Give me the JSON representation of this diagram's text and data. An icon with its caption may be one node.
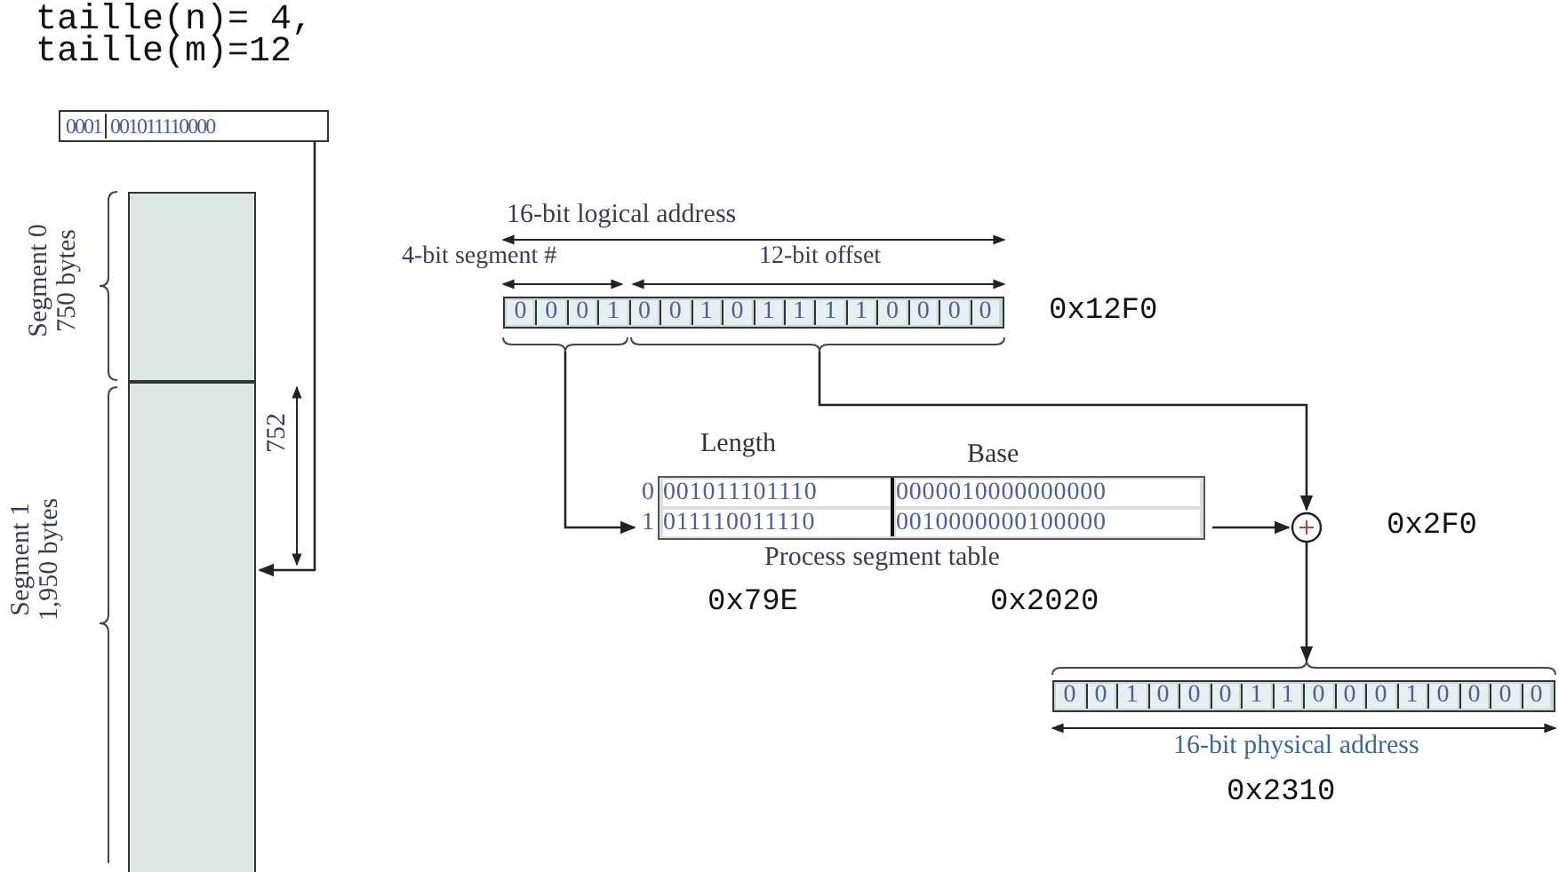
{
  "diagram": {
    "nodes": [
      {
        "text": [
          "0001",
          "001011110000"
        ]
      },
      {
        "text": [],
        "shape": "box",
        "beside": [
          "Segment 0 750 bytes"
        ]
      },
      {
        "text": [],
        "shape": "box",
        "beside": [
          "Segment 1 1,950 bytes"
        ]
      },
      {
        "text": [
          "0",
          "0",
          "0",
          "1",
          "0",
          "0",
          "1",
          "0",
          "1",
          "1",
          "1",
          "1",
          "0",
          "0",
          "0",
          "0"
        ],
        "beside": [
          "0x12F0"
        ]
      },
      {
        "text": [
          "Length",
          "Base",
          "001011101110",
          "0000010000000000",
          "011110011110",
          "0010000000100000"
        ],
        "beside": [
          "0",
          "1",
          "Process segment table",
          "0x79E",
          "0x2020"
        ]
      },
      {
        "text": [],
        "shape": "circle",
        "beside": [
          "0x2F0"
        ]
      },
      {
        "text": [
          "0",
          "0",
          "1",
          "0",
          "0",
          "0",
          "1",
          "1",
          "0",
          "0",
          "0",
          "1",
          "0",
          "0",
          "0",
          "0"
        ],
        "beside": [
          "0x2310"
        ]
      }
    ],
    "edges": [
      {
        "from": 0,
        "to": 2,
        "arrow": "to"
      },
      {
        "from": 3,
        "to": 4,
        "arrow": "to"
      },
      {
        "from": 3,
        "to": 5,
        "arrow": "to"
      },
      {
        "from": 4,
        "to": 5,
        "arrow": "to"
      },
      {
        "from": 5,
        "to": 6,
        "arrow": "to"
      }
    ],
    "labels": [
      "taille(n)= 4,",
      "taille(m)=12",
      "752",
      "16-bit logical address",
      "4-bit segment #",
      "12-bit offset",
      "16-bit physical address"
    ]
  }
}
